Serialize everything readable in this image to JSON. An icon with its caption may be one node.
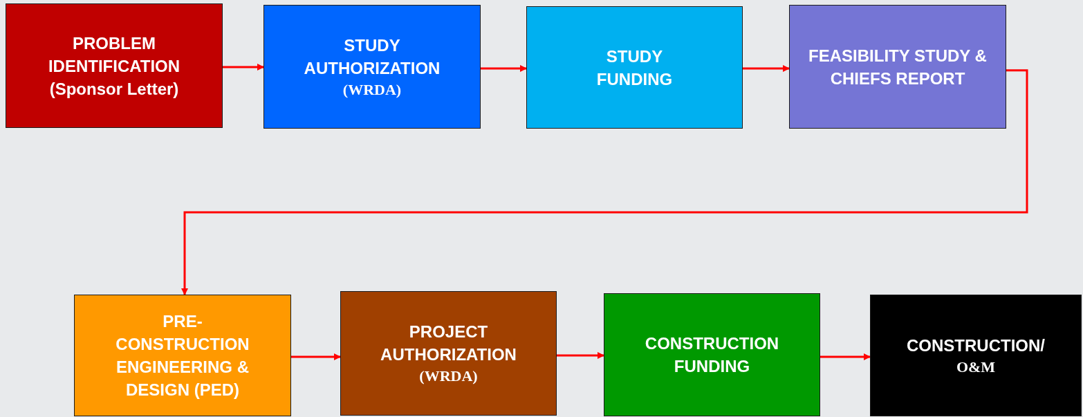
{
  "diagram": {
    "nodes": [
      {
        "text": [
          "PROBLEM IDENTIFICATION (Sponsor Letter)"
        ]
      },
      {
        "text": [
          "STUDY AUTHORIZATION",
          "(WRDA)"
        ]
      },
      {
        "text": [
          "STUDY FUNDING"
        ]
      },
      {
        "text": [
          "FEASIBILITY STUDY & CHIEFS REPORT"
        ]
      },
      {
        "text": [
          "PRE- CONSTRUCTION ENGINEERING & DESIGN (PED)"
        ]
      },
      {
        "text": [
          "PROJECT AUTHORIZATION",
          "(WRDA)"
        ]
      },
      {
        "text": [
          "CONSTRUCTION FUNDING"
        ]
      },
      {
        "text": [
          "CONSTRUCTION/",
          "O&M"
        ]
      }
    ],
    "edges": [
      {
        "from": 0,
        "to": 1,
        "arrow": "to"
      },
      {
        "from": 1,
        "to": 2,
        "arrow": "to"
      },
      {
        "from": 2,
        "to": 3,
        "arrow": "to"
      },
      {
        "from": 3,
        "to": 4,
        "arrow": "to"
      },
      {
        "from": 4,
        "to": 5,
        "arrow": "to"
      },
      {
        "from": 5,
        "to": 6,
        "arrow": "to"
      },
      {
        "from": 6,
        "to": 7,
        "arrow": "to"
      }
    ]
  }
}
